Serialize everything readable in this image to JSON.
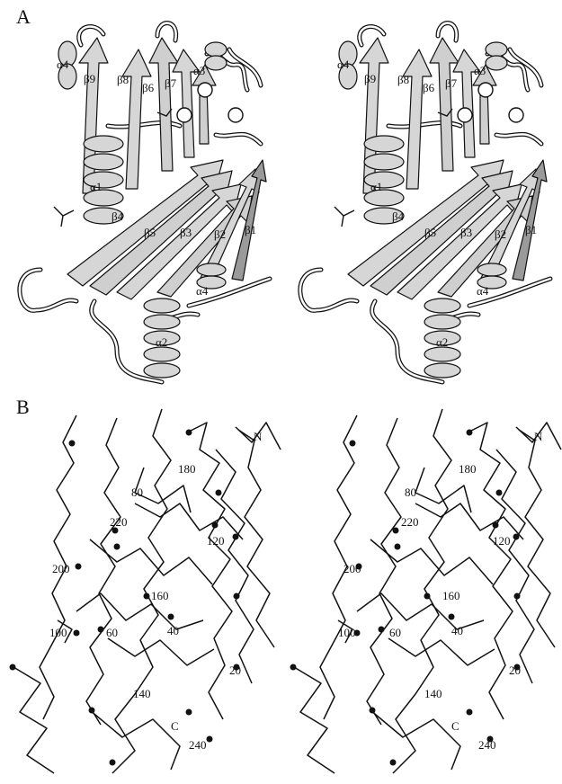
{
  "panels": [
    {
      "letter": "A",
      "structure_labels": [
        "α4",
        "β9",
        "β8",
        "β6",
        "β7",
        "α3",
        "α1",
        "β4",
        "β5",
        "β3",
        "β2",
        "β1",
        "α4",
        "α2"
      ]
    },
    {
      "letter": "B",
      "terminus_labels": [
        "N",
        "C"
      ],
      "residue_labels": [
        "180",
        "80",
        "220",
        "120",
        "200",
        "160",
        "100",
        "60",
        "40",
        "20",
        "140",
        "240"
      ]
    }
  ],
  "colors": {
    "background": "#ffffff",
    "ribbon_fill": "#d6d6d6",
    "ribbon_shadow": "#9a9a9a",
    "ink": "#111111"
  }
}
